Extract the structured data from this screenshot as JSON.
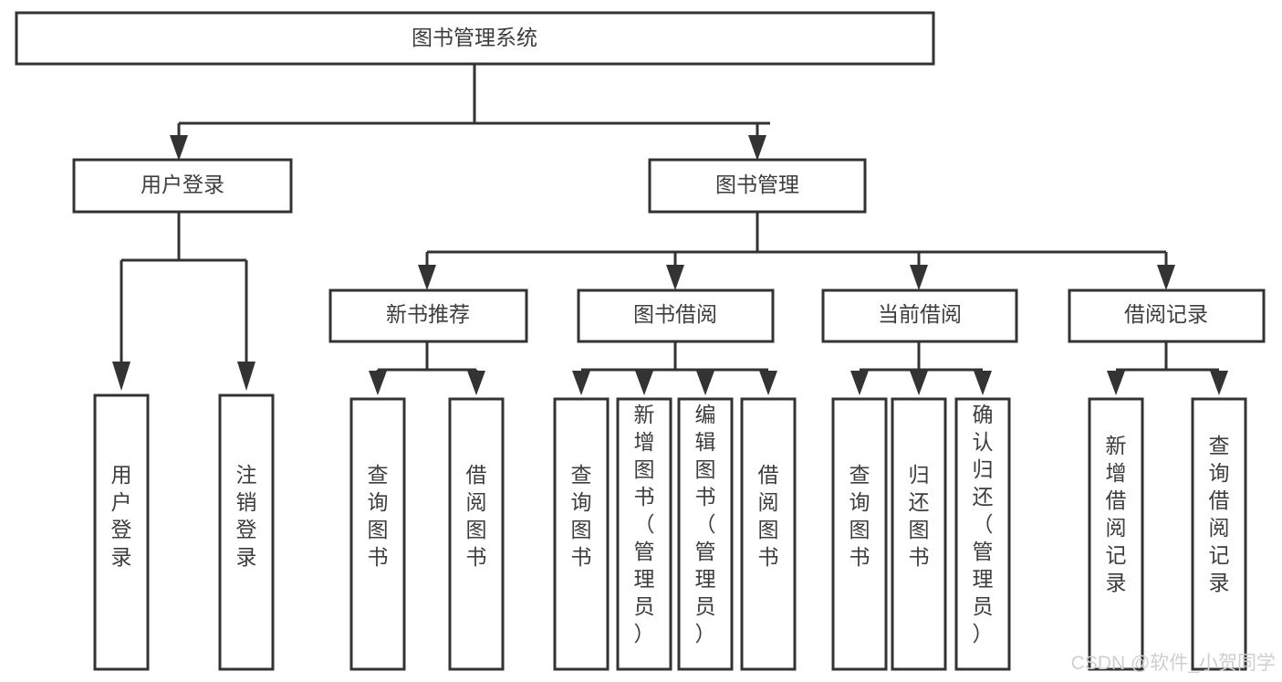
{
  "diagram": {
    "title": "图书管理系统",
    "type": "tree-hierarchy",
    "root": {
      "id": "root",
      "label": "图书管理系统",
      "orientation": "horizontal"
    },
    "level2": [
      {
        "id": "user-login",
        "label": "用户登录",
        "orientation": "horizontal"
      },
      {
        "id": "book-management",
        "label": "图书管理",
        "orientation": "horizontal"
      }
    ],
    "level3": [
      {
        "id": "new-book-recommend",
        "label": "新书推荐",
        "orientation": "horizontal",
        "parent": "book-management"
      },
      {
        "id": "book-borrow",
        "label": "图书借阅",
        "orientation": "horizontal",
        "parent": "book-management"
      },
      {
        "id": "current-borrow",
        "label": "当前借阅",
        "orientation": "horizontal",
        "parent": "book-management"
      },
      {
        "id": "borrow-record",
        "label": "借阅记录",
        "orientation": "horizontal",
        "parent": "book-management"
      }
    ],
    "leaves": [
      {
        "id": "leaf-user-login",
        "label": "用户登录",
        "orientation": "vertical",
        "parent": "user-login"
      },
      {
        "id": "leaf-logout",
        "label": "注销登录",
        "orientation": "vertical",
        "parent": "user-login"
      },
      {
        "id": "leaf-query-book-1",
        "label": "查询图书",
        "orientation": "vertical",
        "parent": "new-book-recommend"
      },
      {
        "id": "leaf-borrow-book-1",
        "label": "借阅图书",
        "orientation": "vertical",
        "parent": "new-book-recommend"
      },
      {
        "id": "leaf-query-book-2",
        "label": "查询图书",
        "orientation": "vertical",
        "parent": "book-borrow"
      },
      {
        "id": "leaf-add-book",
        "label": "新增图书（管理员）",
        "orientation": "vertical",
        "parent": "book-borrow"
      },
      {
        "id": "leaf-edit-book",
        "label": "编辑图书（管理员）",
        "orientation": "vertical",
        "parent": "book-borrow"
      },
      {
        "id": "leaf-borrow-book-2",
        "label": "借阅图书",
        "orientation": "vertical",
        "parent": "book-borrow"
      },
      {
        "id": "leaf-query-book-3",
        "label": "查询图书",
        "orientation": "vertical",
        "parent": "current-borrow"
      },
      {
        "id": "leaf-return-book",
        "label": "归还图书",
        "orientation": "vertical",
        "parent": "current-borrow"
      },
      {
        "id": "leaf-confirm-return",
        "label": "确认归还（管理员）",
        "orientation": "vertical",
        "parent": "current-borrow"
      },
      {
        "id": "leaf-add-record",
        "label": "新增借阅记录",
        "orientation": "vertical",
        "parent": "borrow-record"
      },
      {
        "id": "leaf-query-record",
        "label": "查询借阅记录",
        "orientation": "vertical",
        "parent": "borrow-record"
      }
    ],
    "colors": {
      "box_stroke": "#333333",
      "box_fill": "#ffffff",
      "text": "#3d3d3d",
      "connector": "#333333",
      "background": "#ffffff",
      "watermark": "#cfcfcf"
    }
  },
  "watermark": {
    "text": "CSDN @软件_小贺同学"
  }
}
